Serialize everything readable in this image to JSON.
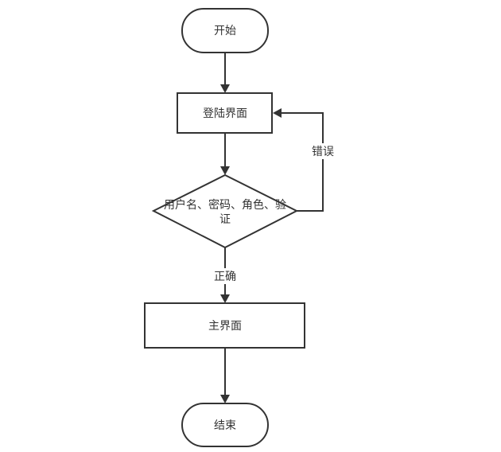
{
  "flowchart": {
    "start": "开始",
    "login": "登陆界面",
    "verify_line1": "用户名、密码、角色、验",
    "verify_line2": "证",
    "main": "主界面",
    "end": "结束",
    "edge_error": "错误",
    "edge_correct": "正确"
  }
}
